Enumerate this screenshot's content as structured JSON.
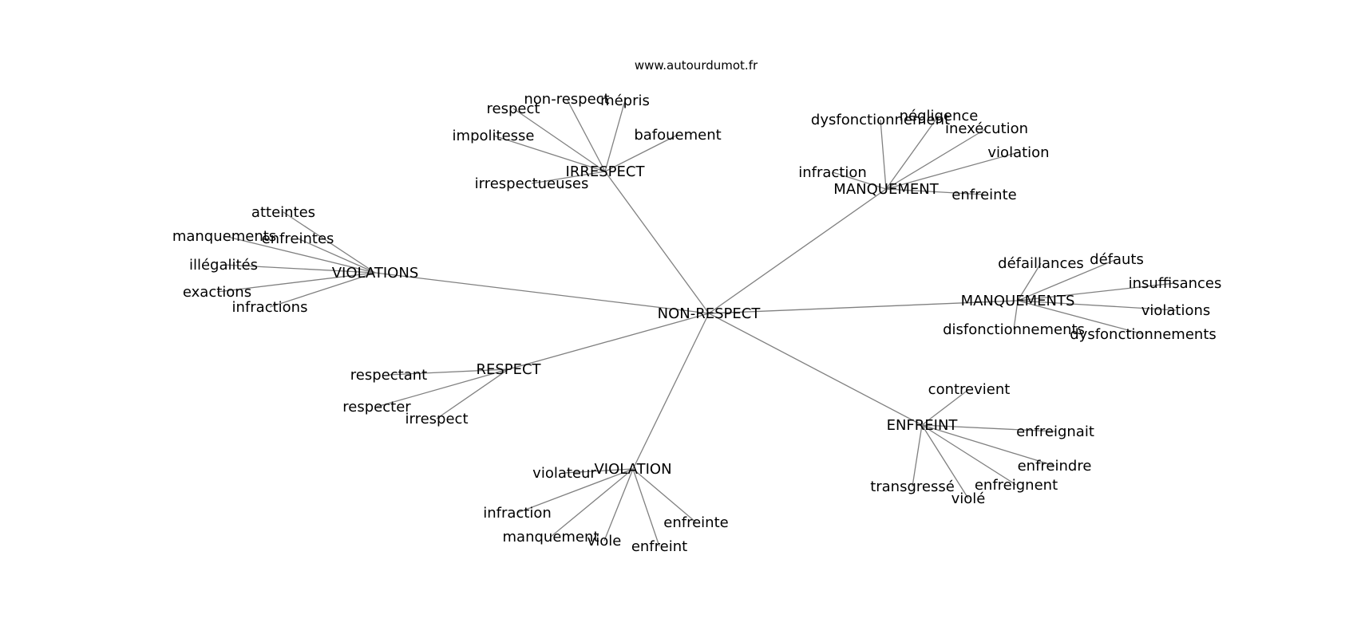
{
  "source": "www.autourdumot.fr",
  "center": {
    "id": "c",
    "label": "NON-RESPECT"
  },
  "clusters": [
    {
      "id": "irrespect",
      "label": "IRRESPECT",
      "leaves": [
        "non-respect",
        "mépris",
        "respect",
        "bafouement",
        "impolitesse",
        "irrespectueuses"
      ]
    },
    {
      "id": "manquement",
      "label": "MANQUEMENT",
      "leaves": [
        "dysfonctionnement",
        "négligence",
        "inexécution",
        "violation",
        "infraction",
        "enfreinte"
      ]
    },
    {
      "id": "violations",
      "label": "VIOLATIONS",
      "leaves": [
        "atteintes",
        "manquements",
        "enfreintes",
        "illégalités",
        "exactions",
        "infractions"
      ]
    },
    {
      "id": "manquements",
      "label": "MANQUEMENTS",
      "leaves": [
        "défaillances",
        "défauts",
        "insuffisances",
        "violations",
        "disfonctionnements",
        "dysfonctionnements"
      ]
    },
    {
      "id": "respect",
      "label": "RESPECT",
      "leaves": [
        "respectant",
        "respecter",
        "irrespect"
      ]
    },
    {
      "id": "enfreint",
      "label": "ENFREINT",
      "leaves": [
        "contrevient",
        "enfreignait",
        "enfreindre",
        "enfreignent",
        "transgressé",
        "violé"
      ]
    },
    {
      "id": "violation",
      "label": "VIOLATION",
      "leaves": [
        "violateur",
        "infraction",
        "manquement",
        "viole",
        "enfreinte",
        "enfreint"
      ]
    }
  ]
}
